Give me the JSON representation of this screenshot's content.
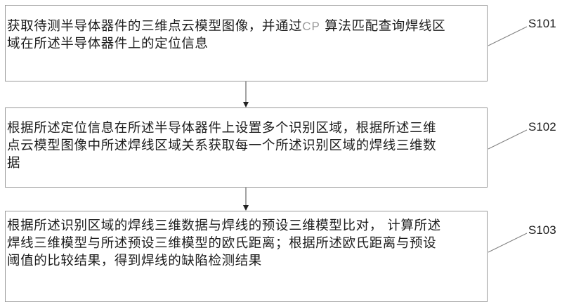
{
  "diagram": {
    "type": "flowchart",
    "steps": [
      {
        "id": "S101",
        "label": "S101",
        "lines": [
          [
            "获取待测半导体器件的三维点云模型图像，并通过",
            "CP",
            "算法匹配查询焊线区"
          ],
          [
            "域在所述半导体器件上的定位信息"
          ]
        ]
      },
      {
        "id": "S102",
        "label": "S102",
        "lines": [
          [
            "根据所述定位信息在所述半导体器件上设置多个识别区域，根据所述三维"
          ],
          [
            "点云模型图像中所述焊线区域关系获取每一个所述识别区域的焊线三维数"
          ],
          [
            "据"
          ]
        ]
      },
      {
        "id": "S103",
        "label": "S103",
        "lines": [
          [
            "根据所述识别区域的焊线三维数据与焊线的预设三维模型比对，  计算所述"
          ],
          [
            "焊线三维模型与所述预设三维模型的欧氏距离；根据所述欧氏距离与预设"
          ],
          [
            "阈值的比较结果，得到焊线的缺陷检测结果"
          ]
        ]
      }
    ],
    "edges": [
      {
        "from": "S101",
        "to": "S102"
      },
      {
        "from": "S102",
        "to": "S103"
      }
    ],
    "colors": {
      "box_border": "#9a9a9a",
      "text": "#1c1c1c",
      "arrow": "#555555",
      "leader_line": "#808080"
    }
  },
  "s101": {
    "l1a": "获取待测半导体器件的三维点云模型图像，并通过",
    "l1b": "CP",
    "l1c": " 算法匹配查询焊线区",
    "l2": "域在所述半导体器件上的定位信息",
    "label": "S101"
  },
  "s102": {
    "l1": "根据所述定位信息在所述半导体器件上设置多个识别区域，根据所述三维",
    "l2": "点云模型图像中所述焊线区域关系获取每一个所述识别区域的焊线三维数",
    "l3": "据",
    "label": "S102"
  },
  "s103": {
    "l1": "根据所述识别区域的焊线三维数据与焊线的预设三维模型比对， 计算所述",
    "l2": "焊线三维模型与所述预设三维模型的欧氏距离；根据所述欧氏距离与预设",
    "l3": "阈值的比较结果，得到焊线的缺陷检测结果",
    "label": "S103"
  }
}
